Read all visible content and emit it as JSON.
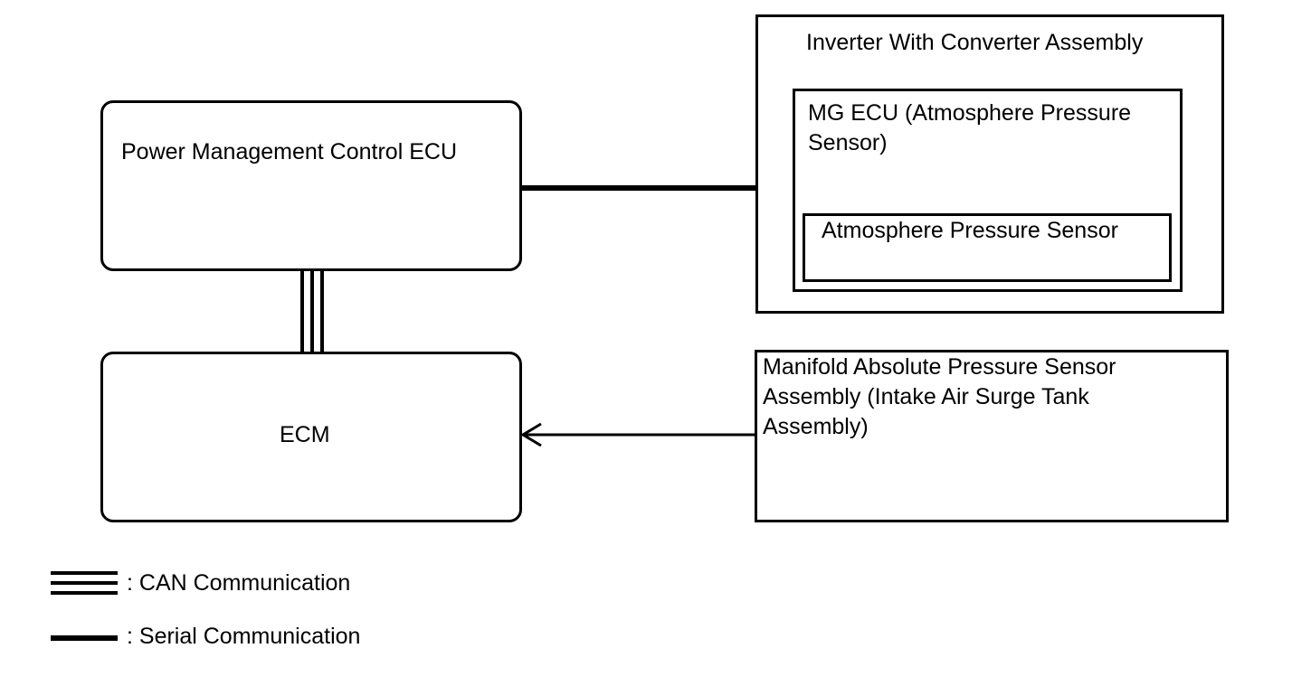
{
  "diagram": {
    "pmc_ecu": {
      "label": "Power Management Control ECU"
    },
    "ecm": {
      "label": "ECM"
    },
    "inverter": {
      "label": "Inverter With Converter Assembly",
      "mg_ecu": {
        "label_line1": "MG ECU (Atmosphere Pressure",
        "label_line2": "Sensor)",
        "sensor": {
          "label": "Atmosphere Pressure Sensor"
        }
      }
    },
    "map_sensor": {
      "label_line1": "Manifold Absolute Pressure Sensor",
      "label_line2": "Assembly (Intake Air Surge Tank",
      "label_line3": "Assembly)"
    }
  },
  "legend": {
    "can_label": ": CAN Communication",
    "serial_label": ": Serial Communication"
  }
}
